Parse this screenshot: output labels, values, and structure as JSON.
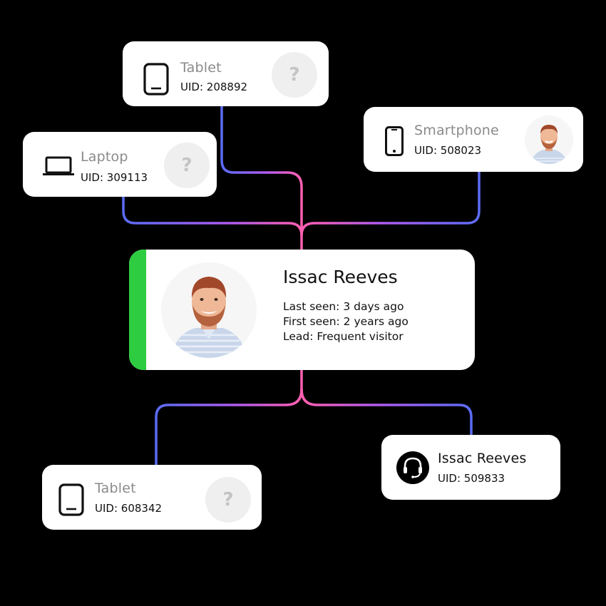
{
  "colors": {
    "background": "#000000",
    "card": "#ffffff",
    "accent_green": "#2ecc40",
    "line_blue": "#5b6cf5",
    "line_purple": "#b05cf0",
    "line_pink": "#ff5fb0",
    "muted_title": "#8a8a8a",
    "unknown_avatar_bg": "#efefef"
  },
  "profile": {
    "name": "Issac Reeves",
    "last_seen": "Last seen: 3 days ago",
    "first_seen": "First seen: 2 years ago",
    "lead": "Lead: Frequent visitor",
    "status_color": "#2ecc40",
    "avatar": "person-photo"
  },
  "devices": [
    {
      "type": "Tablet",
      "uid": "UID: 208892",
      "icon": "tablet-icon",
      "avatar": "unknown",
      "avatar_glyph": "?"
    },
    {
      "type": "Smartphone",
      "uid": "UID: 508023",
      "icon": "smartphone-icon",
      "avatar": "person-photo"
    },
    {
      "type": "Laptop",
      "uid": "UID: 309113",
      "icon": "laptop-icon",
      "avatar": "unknown",
      "avatar_glyph": "?"
    },
    {
      "type": "Tablet",
      "uid": "UID: 608342",
      "icon": "tablet-icon",
      "avatar": "unknown",
      "avatar_glyph": "?"
    },
    {
      "type": "Issac Reeves",
      "uid": "UID: 509833",
      "icon": "headset-icon",
      "avatar": "none"
    }
  ]
}
